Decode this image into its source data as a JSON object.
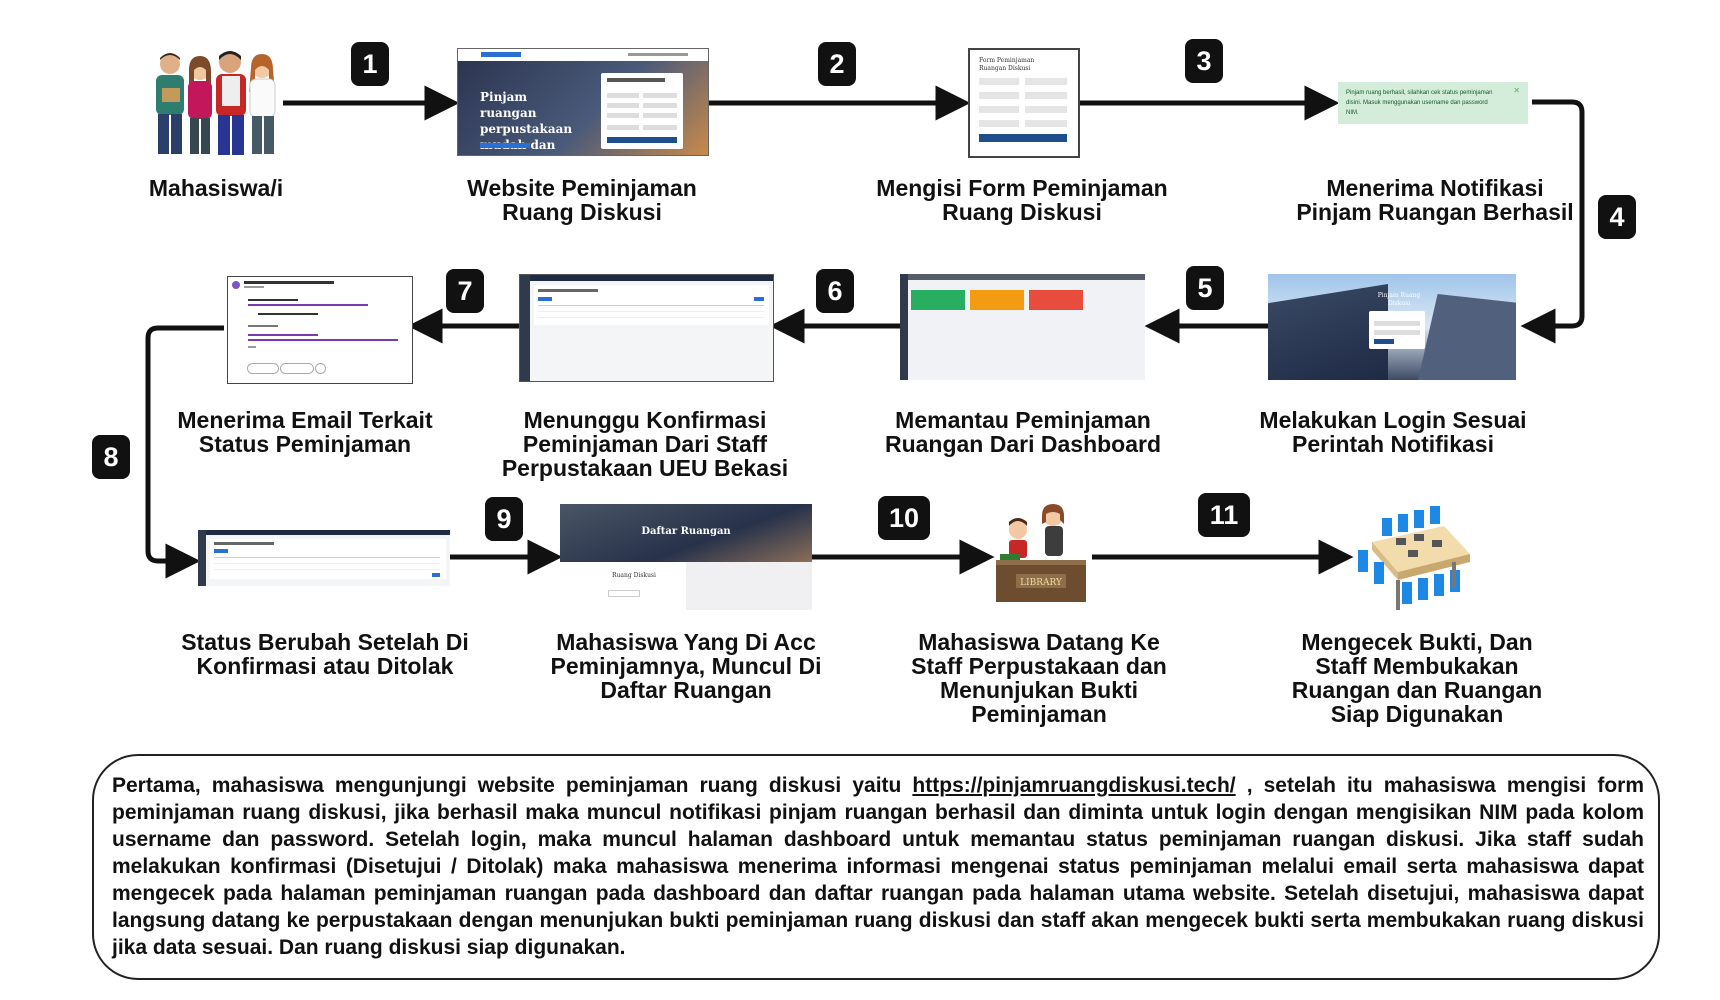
{
  "steps": [
    {
      "number": "1"
    },
    {
      "number": "2"
    },
    {
      "number": "3"
    },
    {
      "number": "4"
    },
    {
      "number": "5"
    },
    {
      "number": "6"
    },
    {
      "number": "7"
    },
    {
      "number": "8"
    },
    {
      "number": "9"
    },
    {
      "number": "10"
    },
    {
      "number": "11"
    }
  ],
  "nodes": {
    "mahasiswa": {
      "line1": "Mahasiswa/i"
    },
    "website": {
      "line1": "Website Peminjaman",
      "line2": "Ruang Diskusi"
    },
    "form": {
      "line1": "Mengisi Form Peminjaman",
      "line2": "Ruang Diskusi"
    },
    "notifikasi": {
      "line1": "Menerima Notifikasi",
      "line2": "Pinjam Ruangan Berhasil"
    },
    "login": {
      "line1": "Melakukan Login Sesuai",
      "line2": "Perintah Notifikasi"
    },
    "dashboard": {
      "line1": "Memantau Peminjaman",
      "line2": "Ruangan Dari Dashboard"
    },
    "konfirmasi": {
      "line1": "Menunggu Konfirmasi",
      "line2": "Peminjaman Dari Staff",
      "line3": "Perpustakaan UEU Bekasi"
    },
    "email": {
      "line1": "Menerima Email Terkait",
      "line2": "Status Peminjaman"
    },
    "status": {
      "line1": "Status Berubah Setelah Di",
      "line2": "Konfirmasi atau Ditolak"
    },
    "daftar": {
      "line1": "Mahasiswa Yang Di Acc",
      "line2": "Peminjamnya, Muncul Di",
      "line3": "Daftar Ruangan"
    },
    "datang": {
      "line1": "Mahasiswa Datang Ke",
      "line2": "Staff Perpustakaan dan",
      "line3": "Menunjukan Bukti",
      "line4": "Peminjaman"
    },
    "cek": {
      "line1": "Mengecek Bukti, Dan",
      "line2": "Staff Membukakan",
      "line3": "Ruangan dan Ruangan",
      "line4": "Siap Digunakan"
    }
  },
  "thumbnails": {
    "website_hero": "Pinjam ruangan perpustakaan mudah dan cepat",
    "form_title": "Form Peminjaman Ruangan Diskusi",
    "notif_text": "Pinjam ruang berhasil, silahkan cek status peminjaman disini. Masuk menggunakan username dan password NIM.",
    "login_title": "Pinjam Ruang Diskusi",
    "daftar_title": "Daftar Ruangan",
    "daftar_room": "Ruang Diskusi",
    "library_sign": "LIBRARY"
  },
  "description": {
    "before_link": "Pertama, mahasiswa mengunjungi website peminjaman ruang diskusi yaitu ",
    "link": "https://pinjamruangdiskusi.tech/",
    "after_link": " , setelah itu mahasiswa mengisi form peminjaman ruang diskusi, jika berhasil maka muncul notifikasi pinjam ruangan berhasil dan diminta untuk login dengan mengisikan NIM pada kolom username dan password. Setelah login, maka muncul halaman dashboard untuk memantau status peminjaman ruangan diskusi. Jika staff sudah melakukan konfirmasi (Disetujui / Ditolak) maka mahasiswa menerima informasi mengenai status peminjaman melalui email serta mahasiswa dapat mengecek pada halaman peminjaman ruangan pada dashboard dan daftar ruangan pada halaman utama website. Setelah disetujui, mahasiswa dapat langsung datang ke perpustakaan dengan menunjukan bukti peminjaman ruang diskusi dan staff akan mengecek bukti serta membukakan ruang diskusi jika data sesuai. Dan ruang diskusi siap digunakan."
  },
  "colors": {
    "arrow": "#111111",
    "notif_bg": "#d4edda",
    "dashboard_green": "#27ae60",
    "dashboard_orange": "#f39c12",
    "dashboard_red": "#e74c3c",
    "dark_header": "#1f2a44"
  }
}
